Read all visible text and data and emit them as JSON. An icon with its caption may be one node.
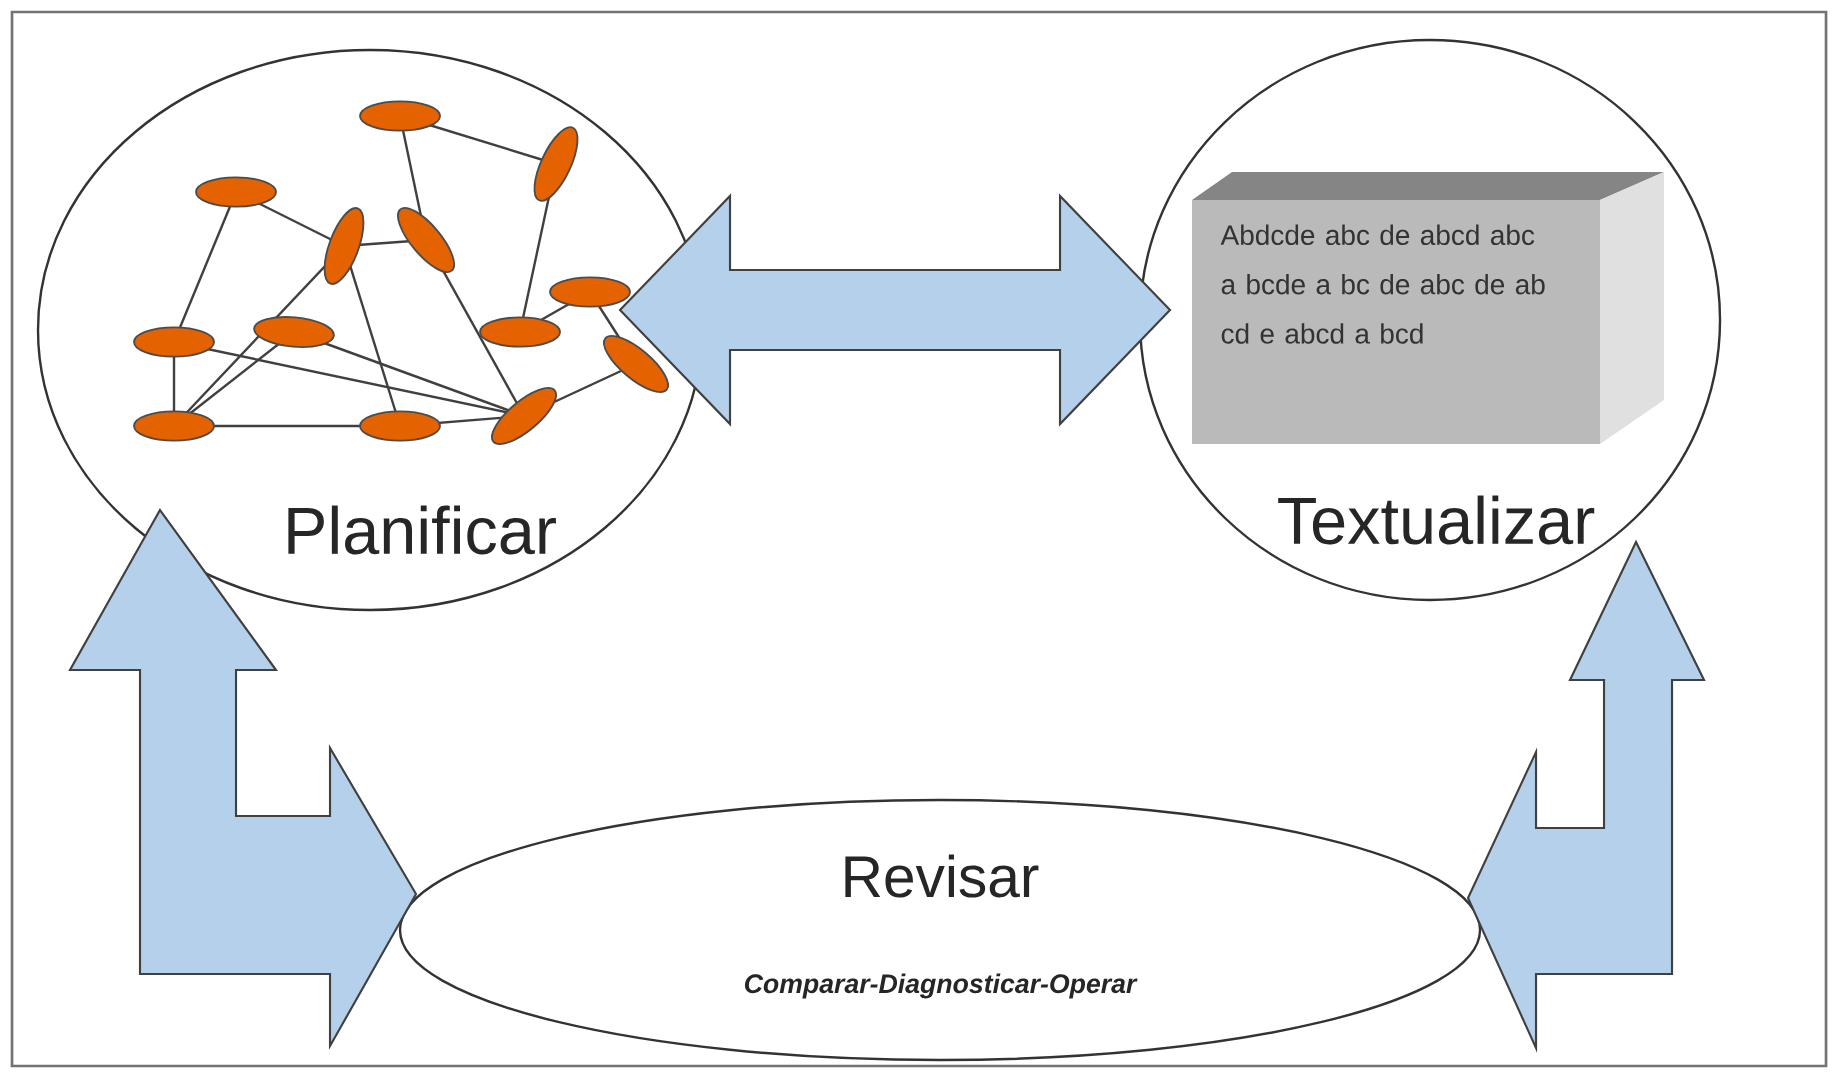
{
  "diagram": {
    "nodes": [
      {
        "text": [
          "Planificar"
        ]
      },
      {
        "text": [
          "Textualizar"
        ]
      },
      {
        "text": [
          "Abdcde abc de abcd abc a bcde a bc de abc de ab cd e abcd a bcd"
        ],
        "in": 1
      },
      {
        "text": [
          "Revisar",
          "Comparar-Diagnosticar-Operar"
        ]
      }
    ],
    "edges": [
      {
        "from": 0,
        "to": 1,
        "arrow": "both"
      },
      {
        "from": 3,
        "to": 0,
        "arrow": "both"
      },
      {
        "from": 3,
        "to": 1,
        "arrow": "both"
      }
    ]
  }
}
